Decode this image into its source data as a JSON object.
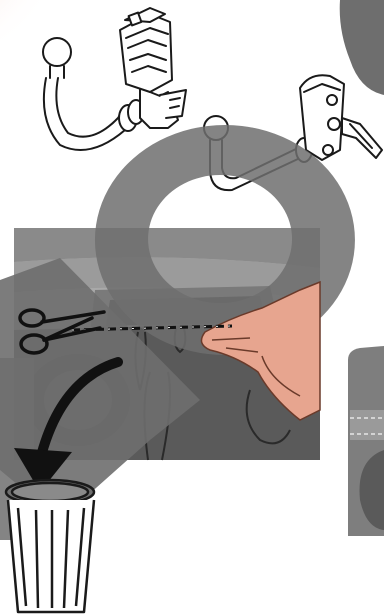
{
  "colors": {
    "background": "#ffffff",
    "overlay_gray": "#6e6e6e",
    "photo_dark": "#5a5a5a",
    "photo_mid": "#8a8a8a",
    "photo_light": "#a9a9a9",
    "hand_skin": "#e7a58f",
    "line_art": "#1a1a1a",
    "corner_glow": "#f6b8a2"
  },
  "icons": [
    "tow-bar-hitch-front",
    "tow-bar-hitch-rear",
    "scissors-icon",
    "cut-line",
    "curved-arrow-icon",
    "trash-bin-icon",
    "hand"
  ]
}
